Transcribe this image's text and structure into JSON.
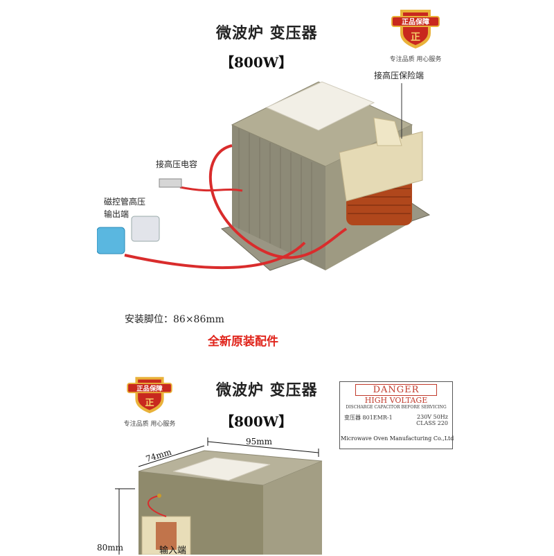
{
  "top": {
    "title": "微波炉  变压器",
    "power": "【800W】",
    "badge_text": "正品保障",
    "badge_slogan": "专注品质   用心服务",
    "callout_fuse": "接高压保险端",
    "callout_capacitor": "接高压电容",
    "callout_magnetron_line1": "磁控管高压",
    "callout_magnetron_line2": "输出端",
    "mount_spec": "安装脚位：86×86mm",
    "new_original": "全新原装配件"
  },
  "bottom": {
    "title": "微波炉  变压器",
    "power": "【800W】",
    "badge_text": "正品保障",
    "badge_slogan": "专注品质   用心服务",
    "danger_label": {
      "danger": "DANGER",
      "high_voltage": "HIGH VOLTAGE",
      "discharge": "DISCHARGE CAPACITOR BEFORE SERVICING",
      "model": "变压器 801EMR-1",
      "voltage": "230V 50Hz",
      "class": "CLASS 220",
      "maker": "Microwave Oven Manufacturing Co.,Ltd"
    },
    "dim_depth": "74mm",
    "dim_width": "95mm",
    "dim_height": "80mm",
    "input_label": "输入端"
  },
  "colors": {
    "red_text": "#e0241b",
    "badge_red": "#c8281e",
    "badge_gold": "#e9b23a",
    "core_olive": "#8f8a6c",
    "copper": "#b0471c",
    "wire_red": "#d92c2c"
  },
  "icons": [
    "quality-badge-icon",
    "caliper-dimension-icon"
  ]
}
